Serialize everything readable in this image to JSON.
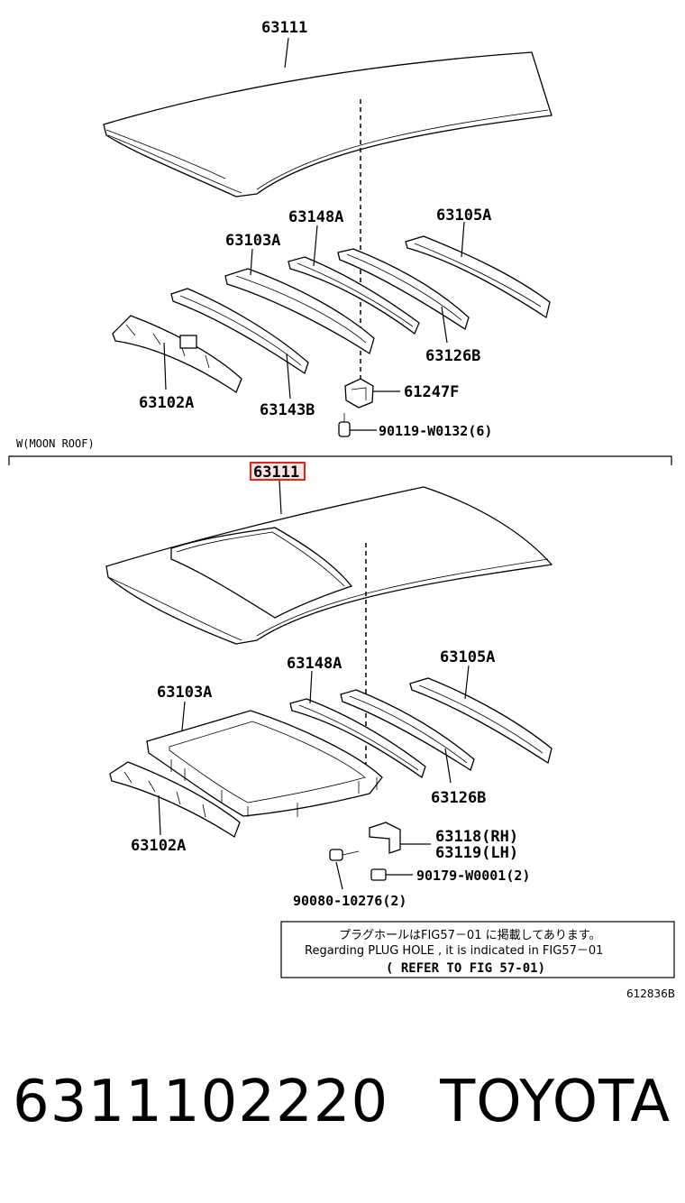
{
  "top_section": {
    "labels": {
      "roof": "63111",
      "bow_148": "63148A",
      "bow_105": "63105A",
      "bow_103": "63103A",
      "bow_126": "63126B",
      "bow_102": "63102A",
      "bow_143": "63143B",
      "bracket": "61247F",
      "bolt": "90119-W0132(6)"
    }
  },
  "moon_roof_section": {
    "title": "W(MOON ROOF)",
    "labels": {
      "roof_highlighted": "63111",
      "bow_148": "63148A",
      "bow_105": "63105A",
      "frame_103": "63103A",
      "bow_126": "63126B",
      "bow_102": "63102A",
      "bracket_rh": "63118(RH)",
      "bracket_lh": "63119(LH)",
      "nut": "90179-W0001(2)",
      "bolt": "90080-10276(2)"
    },
    "note": {
      "line_jp": "プラグホールはFIG57－01 に掲載してあります。",
      "line_en": "Regarding  PLUG  HOLE , it  is  indicated  in  FIG57－01",
      "line_ref": "(  REFER  TO  FIG  57-01)"
    },
    "figure_code": "612836B"
  },
  "highlight_color": "#e0261b",
  "footer": {
    "part_number": "6311102220",
    "brand": "TOYOTA"
  }
}
